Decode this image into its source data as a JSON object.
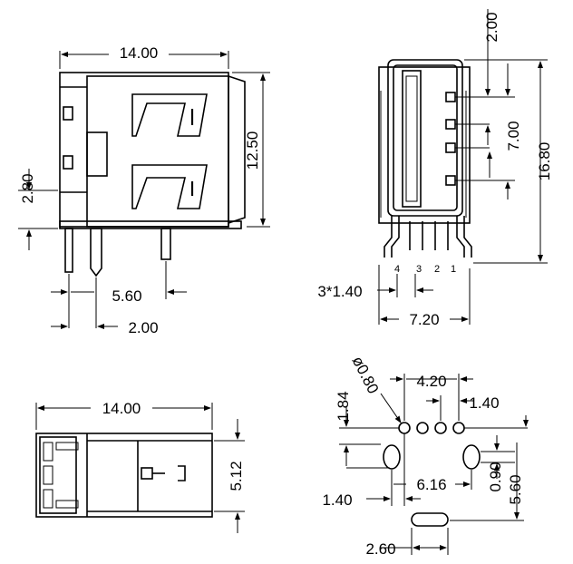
{
  "views": {
    "front": {
      "dim_width": "14.00",
      "dim_height": "12.50",
      "dim_offset": "2.80",
      "dim_pin_spacing": "5.60",
      "dim_pin_offset": "2.00"
    },
    "side": {
      "dim_top": "2.00",
      "dim_pin_row": "7.00",
      "dim_total_height": "16.80",
      "dim_pitch": "3*1.40",
      "dim_width": "7.20",
      "pin_labels": [
        "4",
        "3",
        "2",
        "1"
      ]
    },
    "bottom": {
      "dim_width": "14.00",
      "dim_height": "5.12"
    },
    "footprint": {
      "dim_hole_dia": "ø0.80",
      "dim_hole_span": "4.20",
      "dim_hole_pitch": "1.40",
      "dim_row_offset": "1.84",
      "dim_slot_span": "6.16",
      "dim_slot_offset": "1.40",
      "dim_slot_w": "0.90",
      "dim_slot_y": "5.60",
      "dim_slot_len": "2.60"
    }
  }
}
